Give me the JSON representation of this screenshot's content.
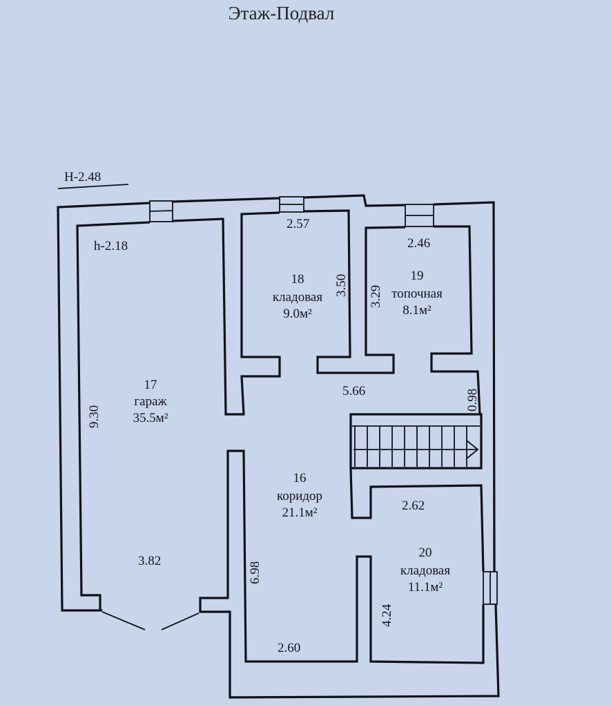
{
  "title": "Этаж-Подвал",
  "level_marks": {
    "outer": "H-2.48",
    "inner": "h-2.18"
  },
  "rooms": [
    {
      "number": "17",
      "name": "гараж",
      "area": "35.5м²"
    },
    {
      "number": "18",
      "name": "кладовая",
      "area": "9.0м²"
    },
    {
      "number": "19",
      "name": "топочная",
      "area": "8.1м²"
    },
    {
      "number": "16",
      "name": "коридор",
      "area": "21.1м²"
    },
    {
      "number": "20",
      "name": "кладовая",
      "area": "11.1м²"
    }
  ],
  "dimensions": {
    "garage_length": "9.30",
    "garage_width": "3.82",
    "storage18_width": "2.57",
    "storage18_length": "3.50",
    "boiler_width": "2.46",
    "boiler_length": "3.29",
    "corridor_length_top": "5.66",
    "corridor_stub": "0.98",
    "corridor_length_side": "6.98",
    "corridor_width": "2.60",
    "storage20_width": "2.62",
    "storage20_length": "4.24"
  }
}
